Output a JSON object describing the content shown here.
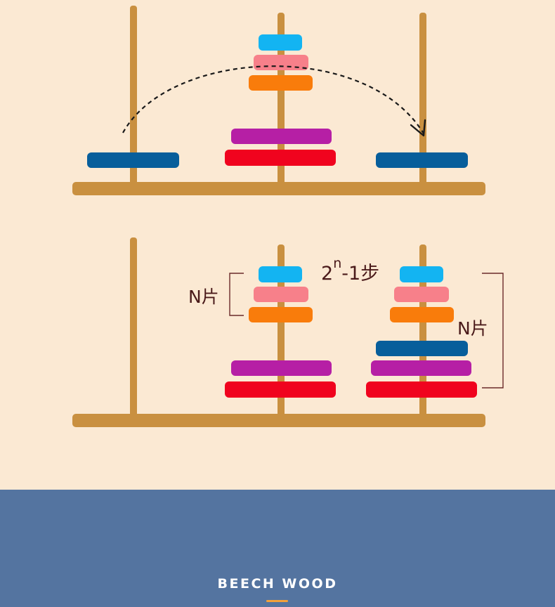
{
  "colors": {
    "background": "#fbe9d3",
    "wood": "#c99040",
    "footer": "#5474a0",
    "accent": "#f3a13a",
    "disk_sky": "#13b4f2",
    "disk_pink": "#f7808a",
    "disk_orange": "#f97c0b",
    "disk_navy": "#075e9b",
    "disk_purple": "#b61fa5",
    "disk_red": "#f0031e"
  },
  "illustration": {
    "top_panel": {
      "arrow": "dashed-curved-arrow-left-to-right"
    },
    "bottom_panel": {
      "bracket_left_label": "N片",
      "steps_base": "2",
      "steps_exponent": "n",
      "steps_suffix": "-1步",
      "bracket_right_label": "N片"
    }
  },
  "footer": {
    "brand": "BEECH WOOD"
  }
}
